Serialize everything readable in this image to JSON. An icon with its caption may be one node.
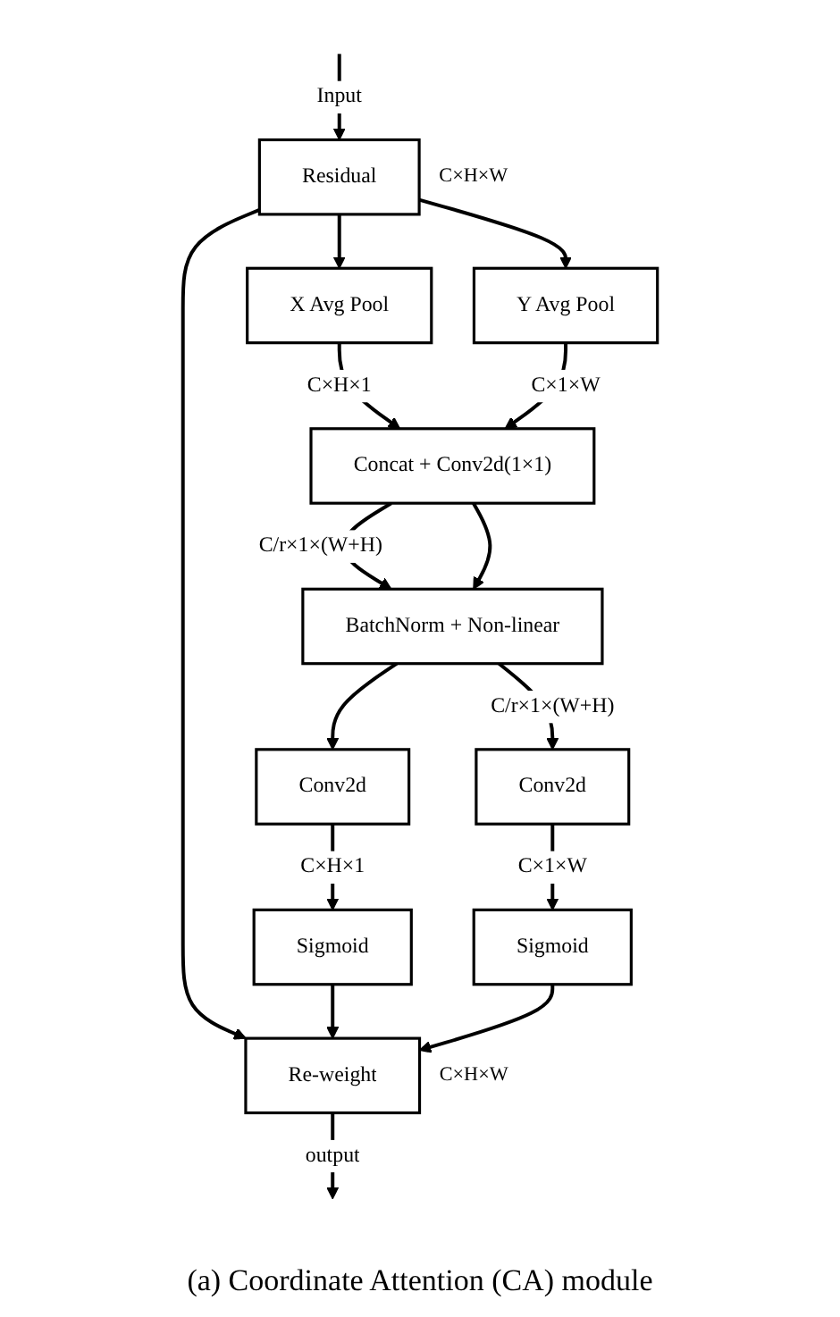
{
  "diagram": {
    "caption": "(a) Coordinate Attention (CA) module",
    "nodes": [
      {
        "text": [
          "Residual"
        ],
        "beside": [
          "C×H×W"
        ]
      },
      {
        "text": [
          "X Avg Pool"
        ]
      },
      {
        "text": [
          "Y Avg Pool"
        ]
      },
      {
        "text": [
          "Concat + Conv2d(1×1)"
        ]
      },
      {
        "text": [
          "BatchNorm + Non-linear"
        ]
      },
      {
        "text": [
          "Conv2d"
        ]
      },
      {
        "text": [
          "Conv2d"
        ]
      },
      {
        "text": [
          "Sigmoid"
        ]
      },
      {
        "text": [
          "Sigmoid"
        ]
      },
      {
        "text": [
          "Re-weight"
        ],
        "beside": [
          "C×H×W"
        ]
      }
    ],
    "edges": [
      {
        "from": null,
        "to": 0,
        "arrow": "to",
        "label": "Input"
      },
      {
        "from": 0,
        "to": 1,
        "arrow": "to"
      },
      {
        "from": 0,
        "to": 2,
        "arrow": "to"
      },
      {
        "from": 0,
        "to": 9,
        "arrow": "to"
      },
      {
        "from": 1,
        "to": 3,
        "arrow": "to",
        "label": "C×H×1"
      },
      {
        "from": 2,
        "to": 3,
        "arrow": "to",
        "label": "C×1×W"
      },
      {
        "from": 3,
        "to": 4,
        "arrow": "to",
        "label": "C/r×1×(W+H)"
      },
      {
        "from": 3,
        "to": 4,
        "arrow": "to"
      },
      {
        "from": 4,
        "to": 5,
        "arrow": "to"
      },
      {
        "from": 4,
        "to": 6,
        "arrow": "to",
        "label": "C/r×1×(W+H)"
      },
      {
        "from": 5,
        "to": 7,
        "arrow": "to",
        "label": "C×H×1"
      },
      {
        "from": 6,
        "to": 8,
        "arrow": "to",
        "label": "C×1×W"
      },
      {
        "from": 7,
        "to": 9,
        "arrow": "to"
      },
      {
        "from": 8,
        "to": 9,
        "arrow": "to"
      },
      {
        "from": 9,
        "to": null,
        "arrow": "to",
        "label": "output"
      }
    ]
  }
}
